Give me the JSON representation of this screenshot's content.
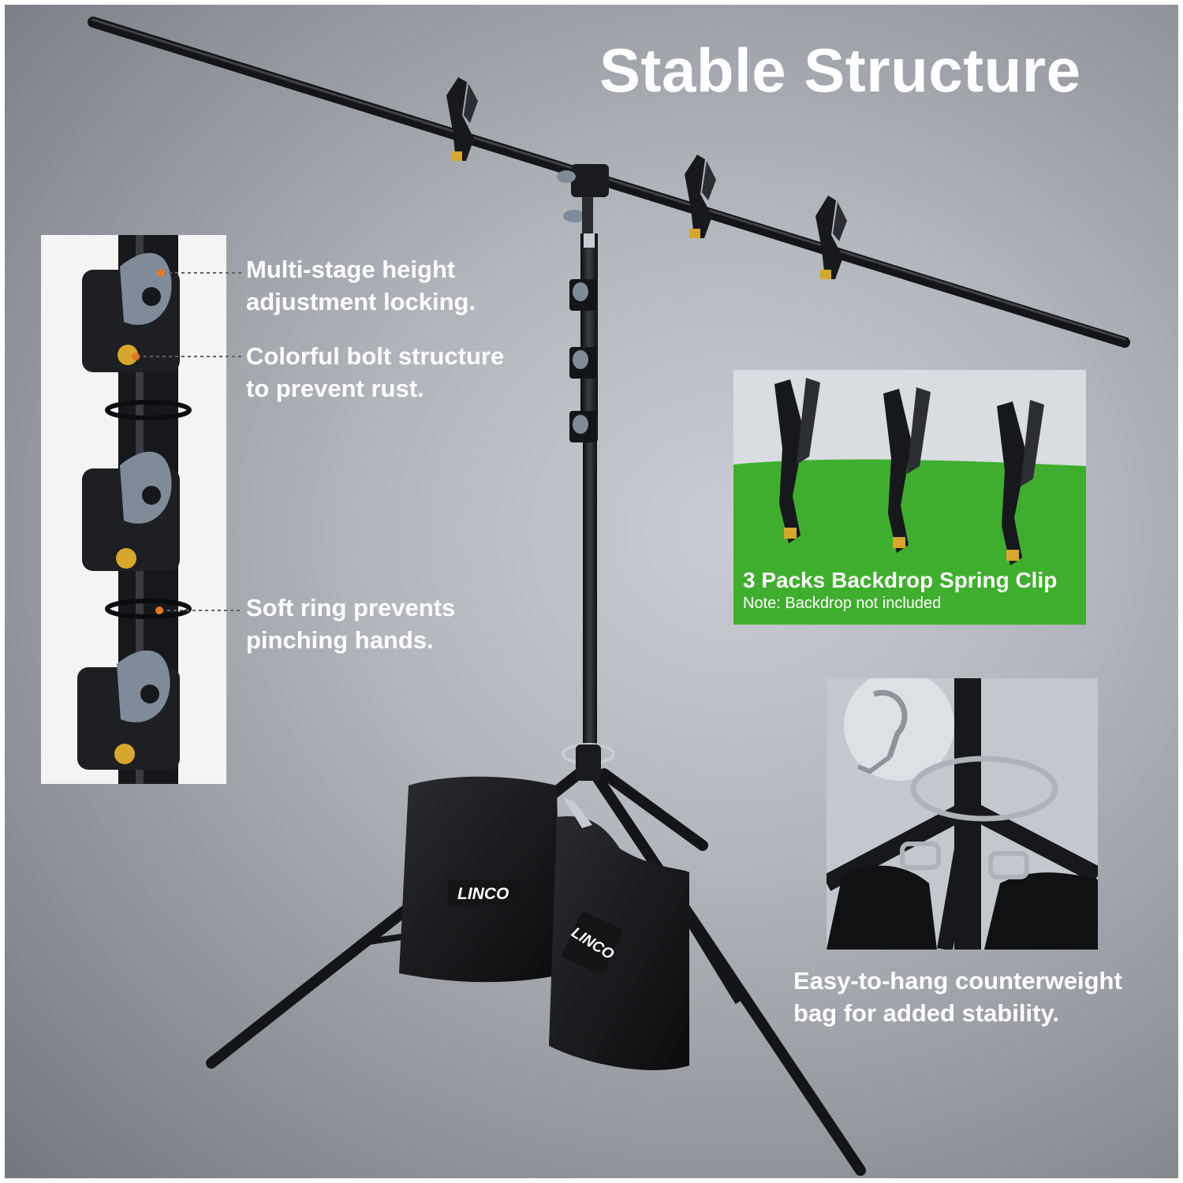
{
  "headline": "Stable Structure",
  "callouts": {
    "height_lock": [
      "Multi-stage height",
      "adjustment locking."
    ],
    "bolt": [
      "Colorful bolt structure",
      "to prevent rust."
    ],
    "ring": [
      "Soft ring prevents",
      "pinching hands."
    ]
  },
  "clip_panel": {
    "caption": "3 Packs Backdrop Spring Clip",
    "note": "Note: Backdrop not included"
  },
  "counterweight": [
    "Easy-to-hang counterweight",
    "bag for added stability."
  ],
  "brand": "LINCO",
  "colors": {
    "background": "#9a9da3",
    "text": "#ffffff",
    "backdrop_green": "#3fae2e",
    "metal": "#1b1c1f",
    "knob": "#7f8b99",
    "bolt_gold": "#d6a72c"
  },
  "icons": [
    "spring-clip-icon",
    "sandbag-icon",
    "knob-icon",
    "hook-icon"
  ]
}
